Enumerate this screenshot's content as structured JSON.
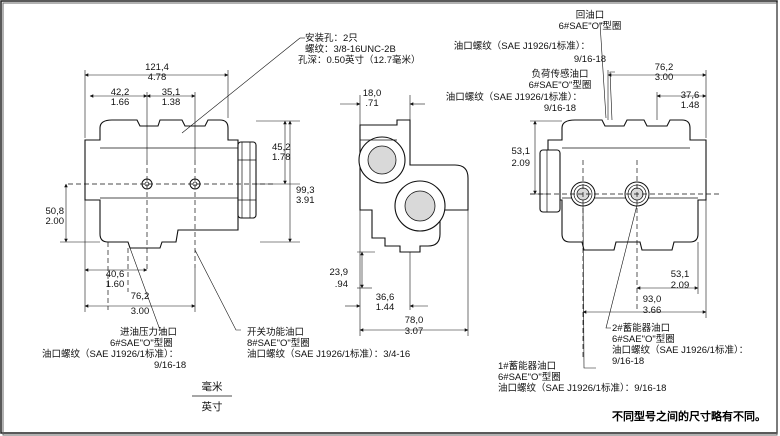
{
  "dims": {
    "front_total_mm": "121,4",
    "front_total_in": "4.78",
    "front_a_mm": "42,2",
    "front_a_in": "1.66",
    "front_b_mm": "35,1",
    "front_b_in": "1.38",
    "front_c_mm": "45,2",
    "front_c_in": "1.78",
    "front_h_mm": "99,3",
    "front_h_in": "3.91",
    "front_l_mm": "50,8",
    "front_l_in": "2.00",
    "front_d1_mm": "40,6",
    "front_d1_in": "1.60",
    "front_d2_mm": "76,2",
    "front_d2_in": "3.00",
    "side_top_mm": "18,0",
    "side_top_in": ".71",
    "side_l_mm": "23,9",
    "side_l_in": ".94",
    "side_b1_mm": "36,6",
    "side_b1_in": "1.44",
    "side_b2_mm": "78,0",
    "side_b2_in": "3.07",
    "rear_t1_mm": "76,2",
    "rear_t1_in": "3.00",
    "rear_t2_mm": "37,6",
    "rear_t2_in": "1.48",
    "rear_l_mm": "53,1",
    "rear_l_in": "2.09",
    "rear_b1_mm": "53,1",
    "rear_b1_in": "2.09",
    "rear_b2_mm": "93,0",
    "rear_b2_in": "3.66"
  },
  "notes": {
    "mount_1": "安装孔：2只",
    "mount_2": "螺纹：3/8-16UNC-2B",
    "mount_3": "孔深：0.50英寸（12.7毫米）",
    "return_1": "回油口",
    "return_2": "6#SAE\"O\"型圈",
    "return_3": "油口螺纹（SAE J1926/1标准）：",
    "return_4": "9/16-18",
    "load_1": "负荷传感油口",
    "load_2": "6#SAE\"O\"型圈",
    "load_3": "油口螺纹（SAE J1926/1标准）：",
    "load_4": "9/16-18",
    "inlet_1": "进油压力油口",
    "inlet_2": "6#SAE\"O\"型圈",
    "inlet_3": "油口螺纹（SAE J1926/1标准）：",
    "inlet_4": "9/16-18",
    "switch_1": "开关功能油口",
    "switch_2": "8#SAE\"O\"型圈",
    "switch_3": "油口螺纹（SAE J1926/1标准）：3/4-16",
    "acc2_1": "2#蓄能器油口",
    "acc2_2": "6#SAE\"O\"型圈",
    "acc2_3": "油口螺纹（SAE J1926/1标准）：",
    "acc2_4": "9/16-18",
    "acc1_1": "1#蓄能器油口",
    "acc1_2": "6#SAE\"O\"型圈",
    "acc1_3": "油口螺纹（SAE J1926/1标准）：9/16-18"
  },
  "legend": {
    "unit_mm": "毫米",
    "unit_in": "英寸"
  },
  "footnote": "不同型号之间的尺寸略有不同。"
}
